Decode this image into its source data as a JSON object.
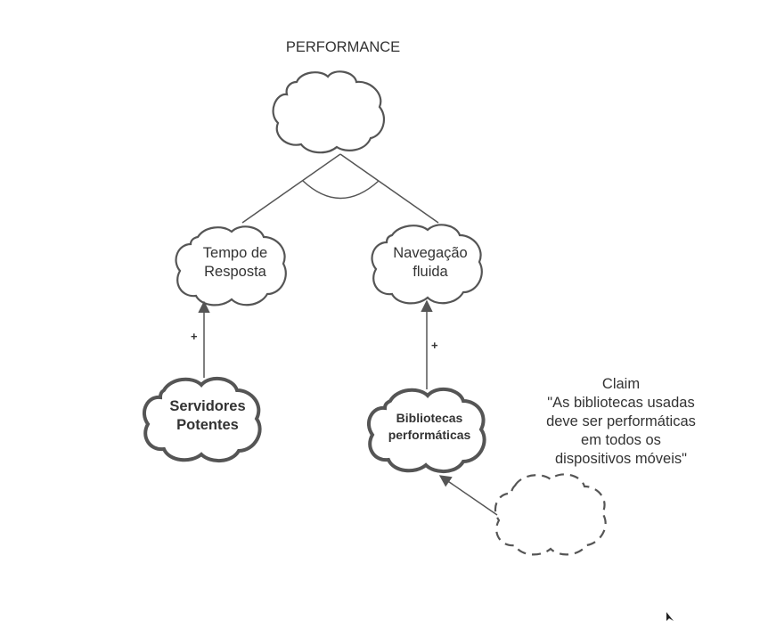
{
  "goals": {
    "performance": {
      "label": "PERFORMANCE"
    },
    "tempo_resposta": {
      "line1": "Tempo de",
      "line2": "Resposta"
    },
    "navegacao_fluida": {
      "line1": "Navegação",
      "line2": "fluida"
    }
  },
  "operationalizations": {
    "servidores_potentes": {
      "line1": "Servidores",
      "line2": "Potentes"
    },
    "bibliotecas_performaticas": {
      "line1": "Bibliotecas",
      "line2": "performáticas"
    }
  },
  "contributions": {
    "servidores_to_tempo": "+",
    "bibliotecas_to_navegacao": "+"
  },
  "claim": {
    "title": "Claim",
    "line1": "\"As bibliotecas usadas",
    "line2": "deve ser performáticas",
    "line3": "em todos os",
    "line4": "dispositivos móveis\""
  },
  "colors": {
    "stroke": "#555555",
    "text": "#333333",
    "background": "#ffffff"
  }
}
